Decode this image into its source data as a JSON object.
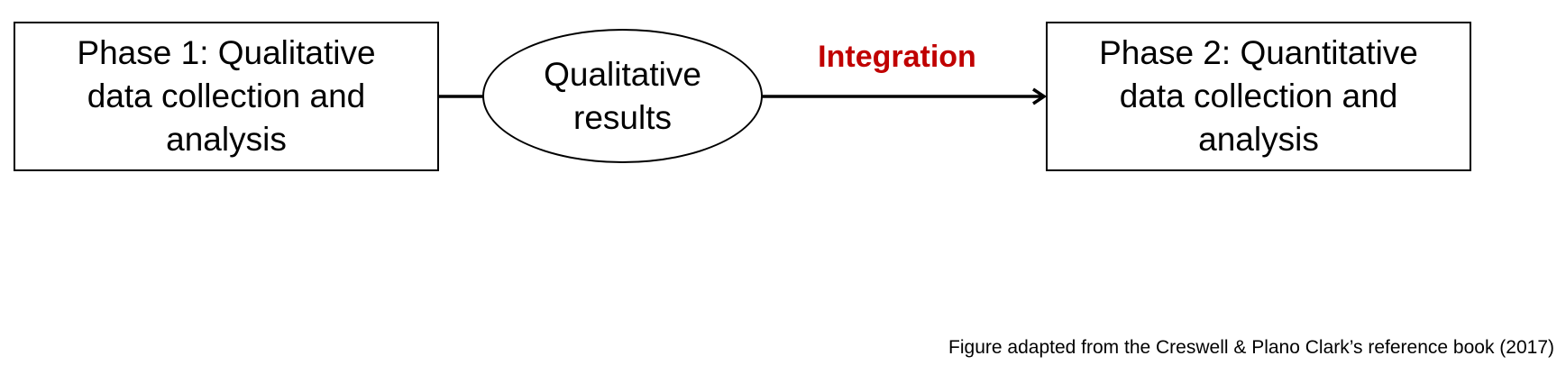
{
  "diagram": {
    "phase1_label": "Phase 1: Qualitative\ndata collection and\nanalysis",
    "results_label": "Qualitative\nresults",
    "integration_label": "Integration",
    "phase2_label": "Phase 2: Quantitative\ndata collection and\nanalysis",
    "caption": "Figure adapted from the Creswell & Plano Clark’s reference book (2017)"
  },
  "colors": {
    "integration": "#c00000",
    "stroke": "#000000"
  }
}
